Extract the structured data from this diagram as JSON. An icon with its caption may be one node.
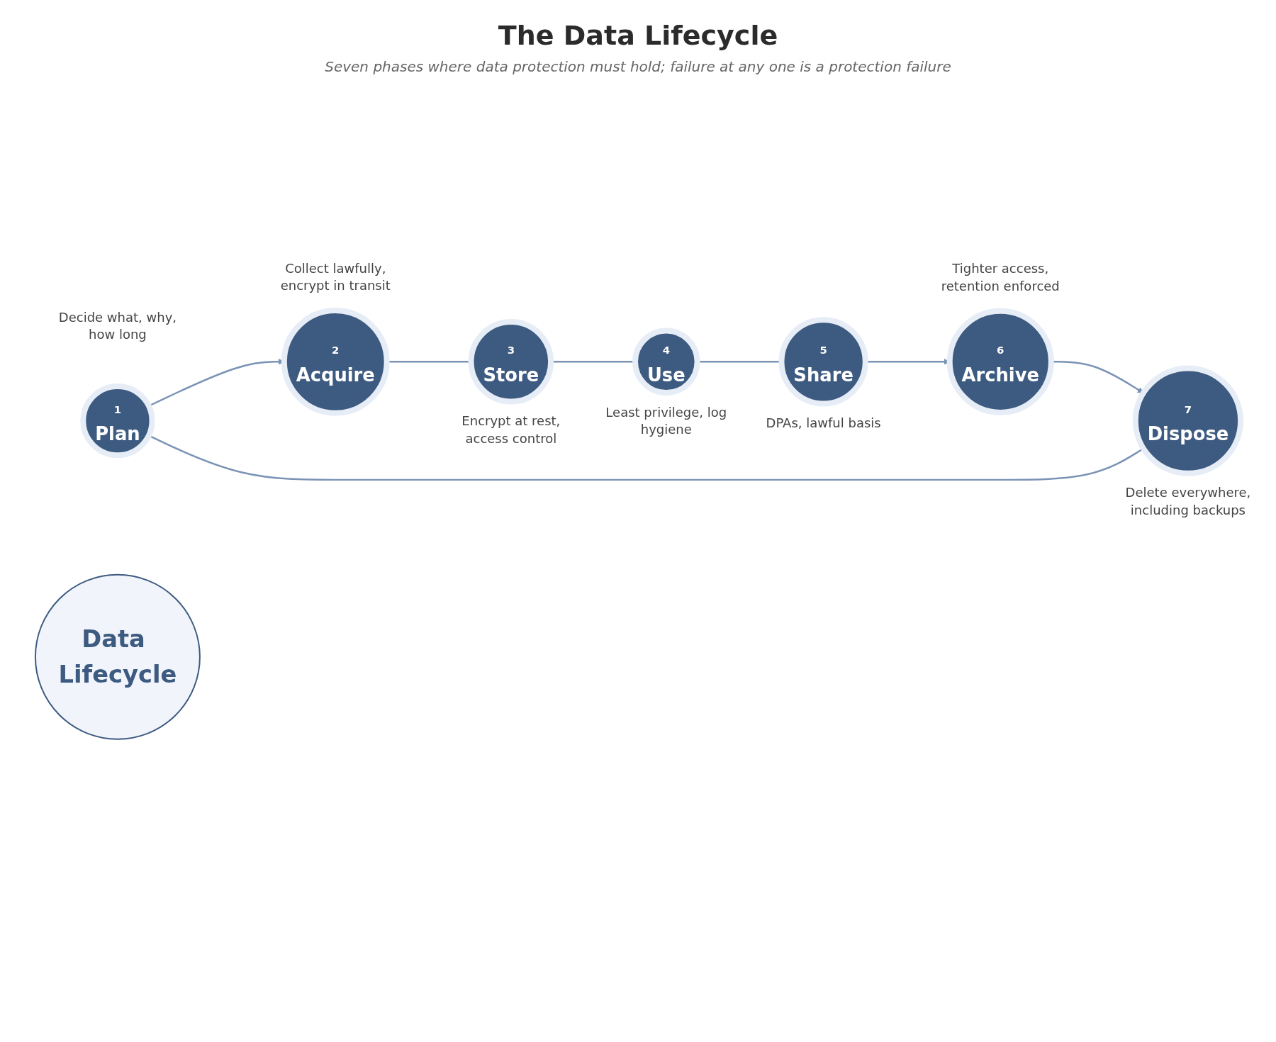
{
  "diagram": {
    "title": "The Data Lifecycle",
    "caption": "Seven phases where data protection must hold; failure at any one is a protection failure",
    "nodes": [
      {
        "text": [
          "1",
          "Plan"
        ],
        "beside": [
          "Decide what, why, how long"
        ]
      },
      {
        "text": [
          "2",
          "Acquire"
        ],
        "beside": [
          "Collect lawfully, encrypt in transit"
        ]
      },
      {
        "text": [
          "3",
          "Store"
        ],
        "beside": [
          "Encrypt at rest, access control"
        ]
      },
      {
        "text": [
          "4",
          "Use"
        ],
        "beside": [
          "Least privilege, log hygiene"
        ]
      },
      {
        "text": [
          "5",
          "Share"
        ],
        "beside": [
          "DPAs, lawful basis"
        ]
      },
      {
        "text": [
          "6",
          "Archive"
        ],
        "beside": [
          "Tighter access, retention enforced"
        ]
      },
      {
        "text": [
          "7",
          "Dispose"
        ],
        "beside": [
          "Delete everywhere, including backups"
        ]
      },
      {
        "text": [
          "Data Lifecycle"
        ]
      }
    ],
    "edges": [
      {
        "from": 0,
        "to": 1,
        "arrow": "to"
      },
      {
        "from": 1,
        "to": 2,
        "arrow": "none"
      },
      {
        "from": 2,
        "to": 3,
        "arrow": "none"
      },
      {
        "from": 3,
        "to": 4,
        "arrow": "none"
      },
      {
        "from": 4,
        "to": 5,
        "arrow": "to"
      },
      {
        "from": 5,
        "to": 6,
        "arrow": "to"
      },
      {
        "from": 6,
        "to": 0,
        "arrow": "none"
      }
    ]
  }
}
